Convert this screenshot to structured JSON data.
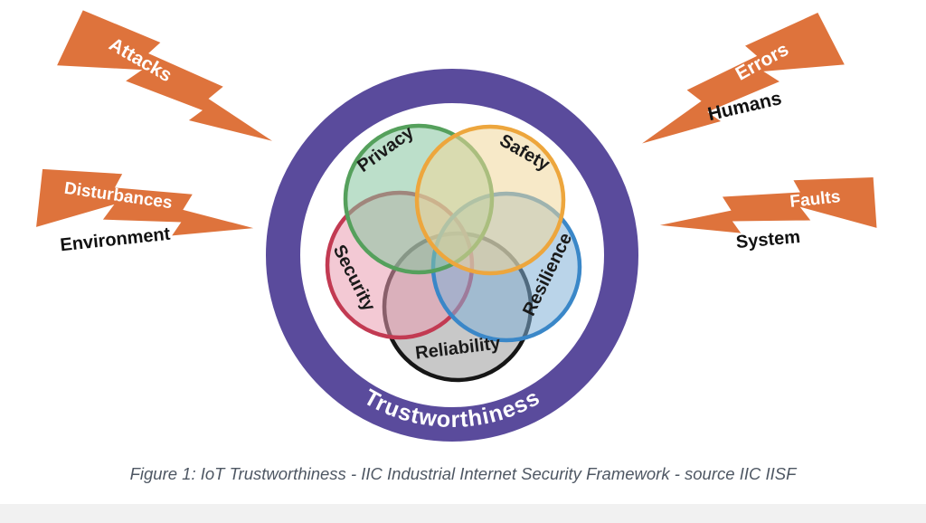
{
  "figure": {
    "caption": "Figure 1: IoT Trustworthiness - IIC Industrial Internet Security Framework - source IIC IISF"
  },
  "diagram": {
    "ring": {
      "label": "Trustworthiness",
      "color": "#5a4b9c",
      "text_color": "#ffffff"
    },
    "label_color": "#1a1a1a",
    "bolt_color": "#de733c",
    "circles": [
      {
        "id": "reliability",
        "label": "Reliability",
        "stroke": "#161616",
        "fill": "#9b9b9b"
      },
      {
        "id": "security",
        "label": "Security",
        "stroke": "#c23a52",
        "fill": "#e99db1"
      },
      {
        "id": "resilience",
        "label": "Resilience",
        "stroke": "#3a87c8",
        "fill": "#82b1d7"
      },
      {
        "id": "privacy",
        "label": "Privacy",
        "stroke": "#55a05c",
        "fill": "#85c59f"
      },
      {
        "id": "safety",
        "label": "Safety",
        "stroke": "#eda63d",
        "fill": "#f0d79b"
      }
    ],
    "threats": [
      {
        "id": "attacks",
        "bolt_label": "Attacks",
        "source_label": ""
      },
      {
        "id": "errors",
        "bolt_label": "Errors",
        "source_label": "Humans"
      },
      {
        "id": "disturbances",
        "bolt_label": "Disturbances",
        "source_label": "Environment"
      },
      {
        "id": "faults",
        "bolt_label": "Faults",
        "source_label": "System"
      }
    ]
  }
}
